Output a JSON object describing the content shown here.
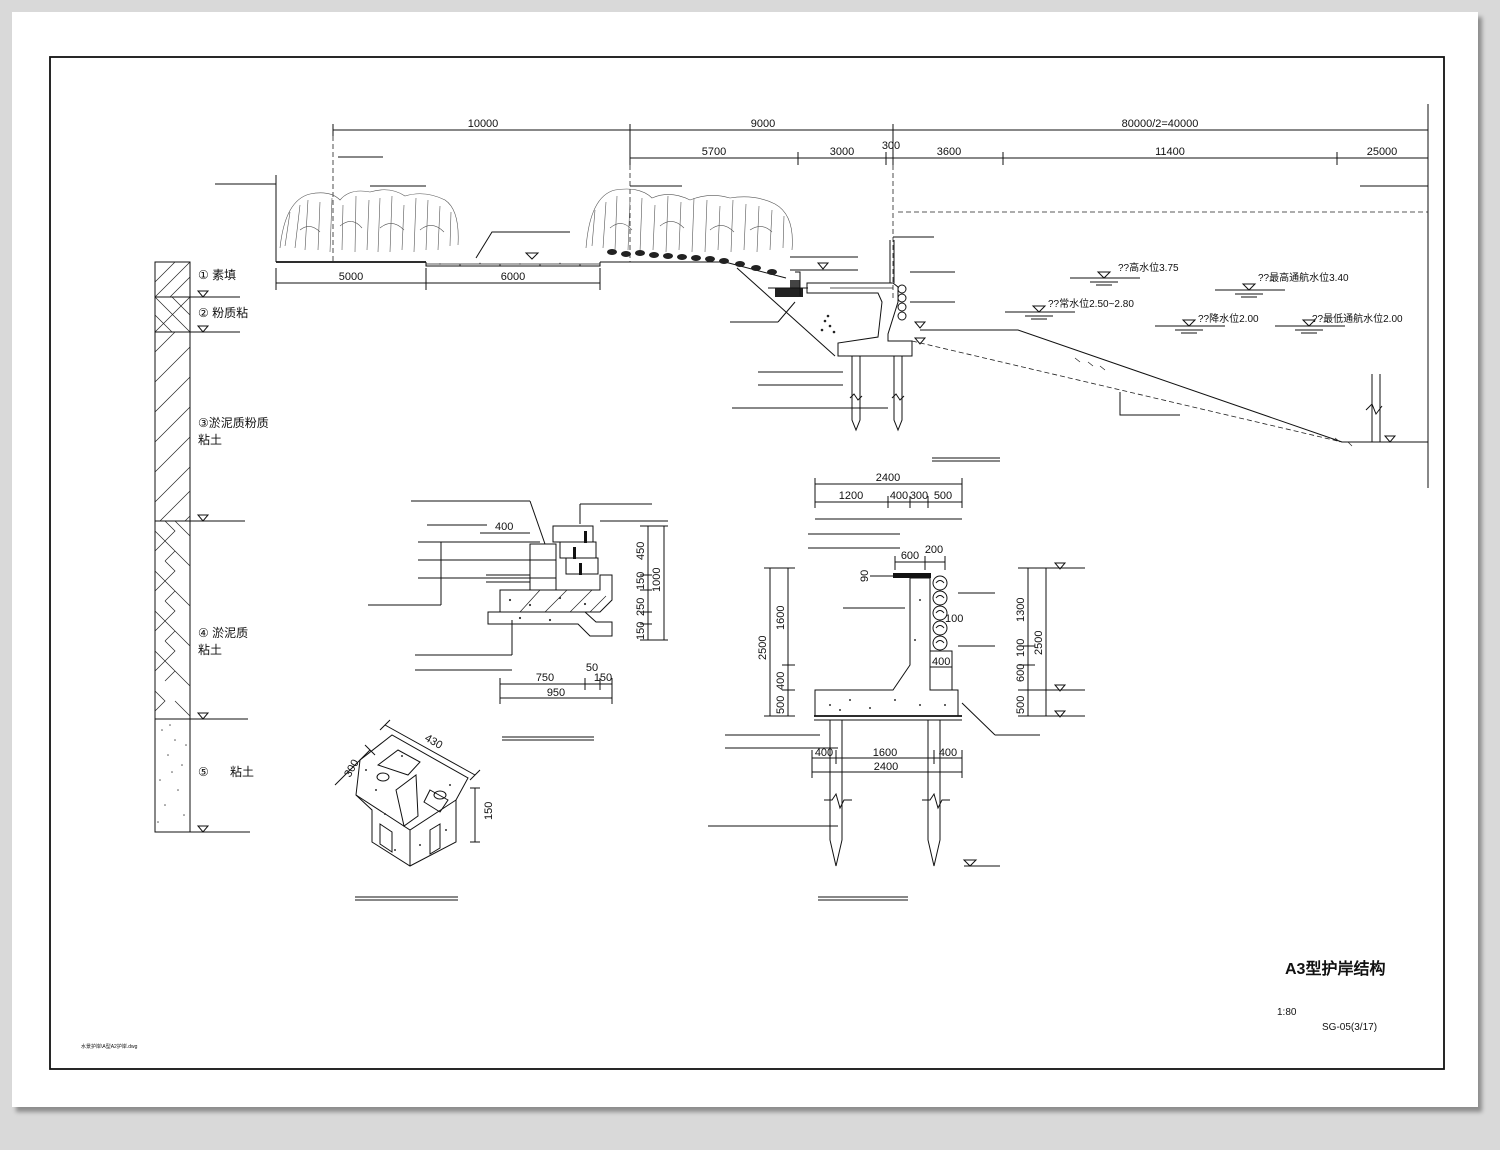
{
  "title": "A3型护岸结构",
  "scale": "1:80",
  "sheet_number": "SG-05(3/17)",
  "file_path": "水景护岸\\A型A2护岸.dwg",
  "soil_layers": [
    {
      "label": "① 素填"
    },
    {
      "label": "② 粉质粘"
    },
    {
      "label": "③淤泥质粉质",
      "label2": "粘土"
    },
    {
      "label": "④ 淤泥质",
      "label2": "粘土"
    },
    {
      "label": "⑤",
      "label2": "粘土"
    }
  ],
  "water_levels": {
    "highest": "??高水位3.75",
    "highest_nav": "??最高通航水位3.40",
    "normal": "??常水位2.50~2.80",
    "lowest": "??降水位2.00",
    "lowest_nav": "??最低通航水位2.00"
  },
  "section_dims": {
    "top": [
      "10000",
      "9000",
      "80000/2=40000"
    ],
    "second": [
      "5700",
      "3000",
      "300",
      "3600",
      "11400",
      "25000"
    ],
    "left": [
      "5000",
      "6000"
    ]
  },
  "detail_a_dims": {
    "top": "400",
    "right": [
      "450",
      "150",
      "250",
      "150",
      "1000"
    ],
    "bottom": [
      "750",
      "50",
      "150",
      "950"
    ]
  },
  "detail_b_dims": {
    "top": [
      "2400",
      "1200",
      "400",
      "300",
      "500"
    ],
    "cap": [
      "600",
      "200"
    ],
    "misc": [
      "90",
      "100",
      "400"
    ],
    "left": [
      "2500",
      "1600",
      "400",
      "500"
    ],
    "right": [
      "1300",
      "2500",
      "100",
      "600",
      "500"
    ],
    "bottom": [
      "400",
      "1600",
      "400",
      "2400"
    ]
  },
  "block_dims": [
    "300",
    "430",
    "150"
  ]
}
